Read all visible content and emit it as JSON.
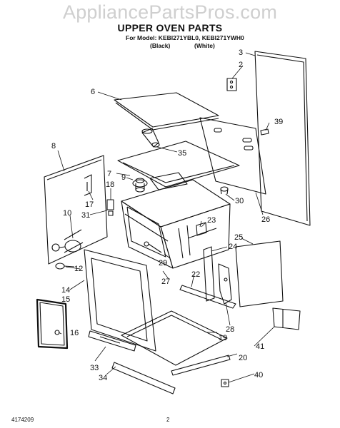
{
  "header": {
    "watermark": "AppliancePartsPros.com",
    "title": "UPPER OVEN PARTS",
    "model_line": "For Model: KEBI271YBL0, KEBI271YWH0",
    "variant_black": "(Black)",
    "variant_white": "(White)"
  },
  "callouts": {
    "c2": "2",
    "c3": "3",
    "c6": "6",
    "c7": "7",
    "c8": "8",
    "c9": "9",
    "c10": "10",
    "c12": "12",
    "c14": "14",
    "c15": "15",
    "c16": "16",
    "c17": "17",
    "c18": "18",
    "c19": "19",
    "c20": "20",
    "c22": "22",
    "c23": "23",
    "c24": "24",
    "c25": "25",
    "c26": "26",
    "c27": "27",
    "c28": "28",
    "c29": "29",
    "c30": "30",
    "c31": "31",
    "c33": "33",
    "c34": "34",
    "c35": "35",
    "c39": "39",
    "c40": "40",
    "c41": "41"
  },
  "footer": {
    "doc_number": "4174209",
    "page": "2"
  }
}
